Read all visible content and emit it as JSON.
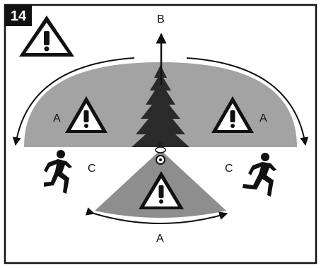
{
  "figure": {
    "number": "14",
    "labels": {
      "a_left": "A",
      "a_right": "A",
      "a_bottom": "A",
      "b_top": "B",
      "c_left": "C",
      "c_right": "C"
    },
    "icons": [
      "warning-triangle-icon",
      "tree-icon",
      "person-running-icon",
      "direction-arrow-icon"
    ],
    "colors": {
      "zone_gray": "#9e9e9e",
      "triangle_fill": "#ffffff",
      "outline": "#111111",
      "badge": "#111111"
    }
  }
}
